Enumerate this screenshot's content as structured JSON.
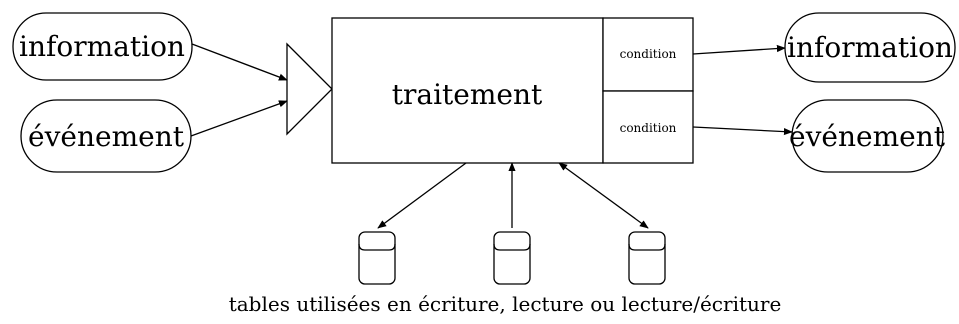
{
  "inputs": [
    {
      "label": "information"
    },
    {
      "label": "événement"
    }
  ],
  "process": {
    "label": "traitement"
  },
  "conditions": [
    {
      "label": "condition"
    },
    {
      "label": "condition"
    }
  ],
  "outputs": [
    {
      "label": "information"
    },
    {
      "label": "événement"
    }
  ],
  "tables": {
    "caption": "tables utilisées en écriture, lecture ou lecture/écriture"
  }
}
